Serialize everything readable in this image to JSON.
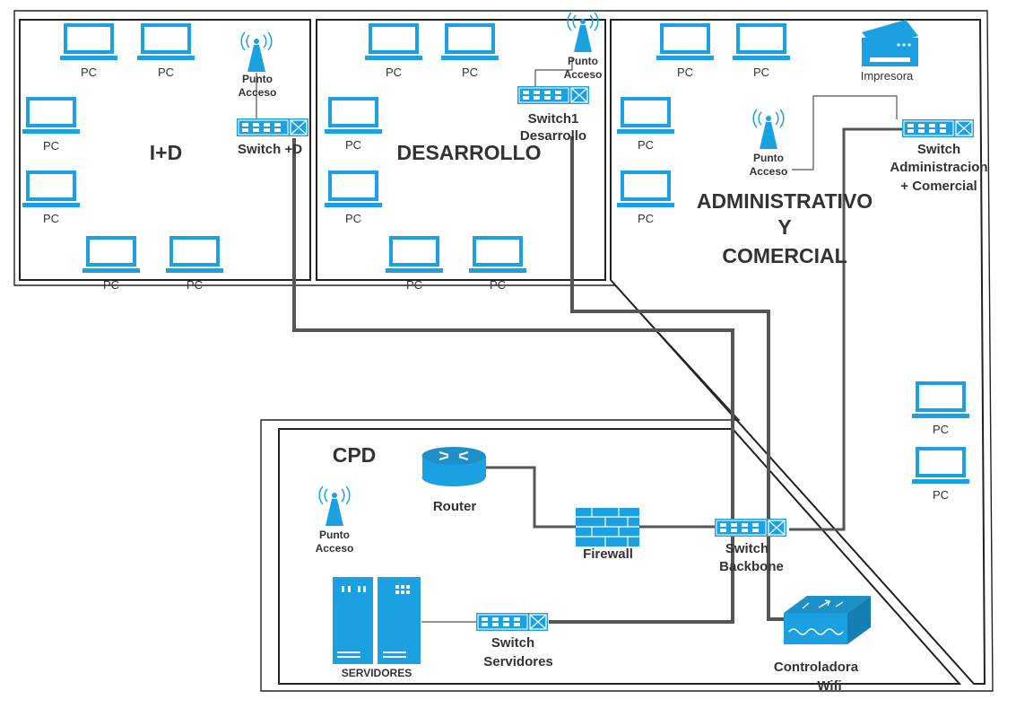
{
  "rooms": {
    "id": "I+D",
    "dev": "DESARROLLO",
    "admin_line1": "ADMINISTRATIVO",
    "admin_line2": "Y",
    "admin_line3": "COMERCIAL",
    "cpd": "CPD"
  },
  "pc_label": "PC",
  "ap_line1": "Punto",
  "ap_line2": "Acceso",
  "switch_id": "Switch +D",
  "switch_dev_line1": "Switch1",
  "switch_dev_line2": "Desarrollo",
  "switch_admin_line1": "Switch",
  "switch_admin_line2": "Administracion",
  "switch_admin_line3": "+ Comercial",
  "printer": "Impresora",
  "router": "Router",
  "firewall": "Firewall",
  "switch_backbone_line1": "Switch",
  "switch_backbone_line2": "Backbone",
  "servers": "SERVIDORES",
  "switch_servers_line1": "Switch",
  "switch_servers_line2": "Servidores",
  "wifi_controller_line1": "Controladora",
  "wifi_controller_line2": "Wifi",
  "colors": {
    "device": "#1ba1e2",
    "line": "#555555",
    "wall": "#222222"
  }
}
